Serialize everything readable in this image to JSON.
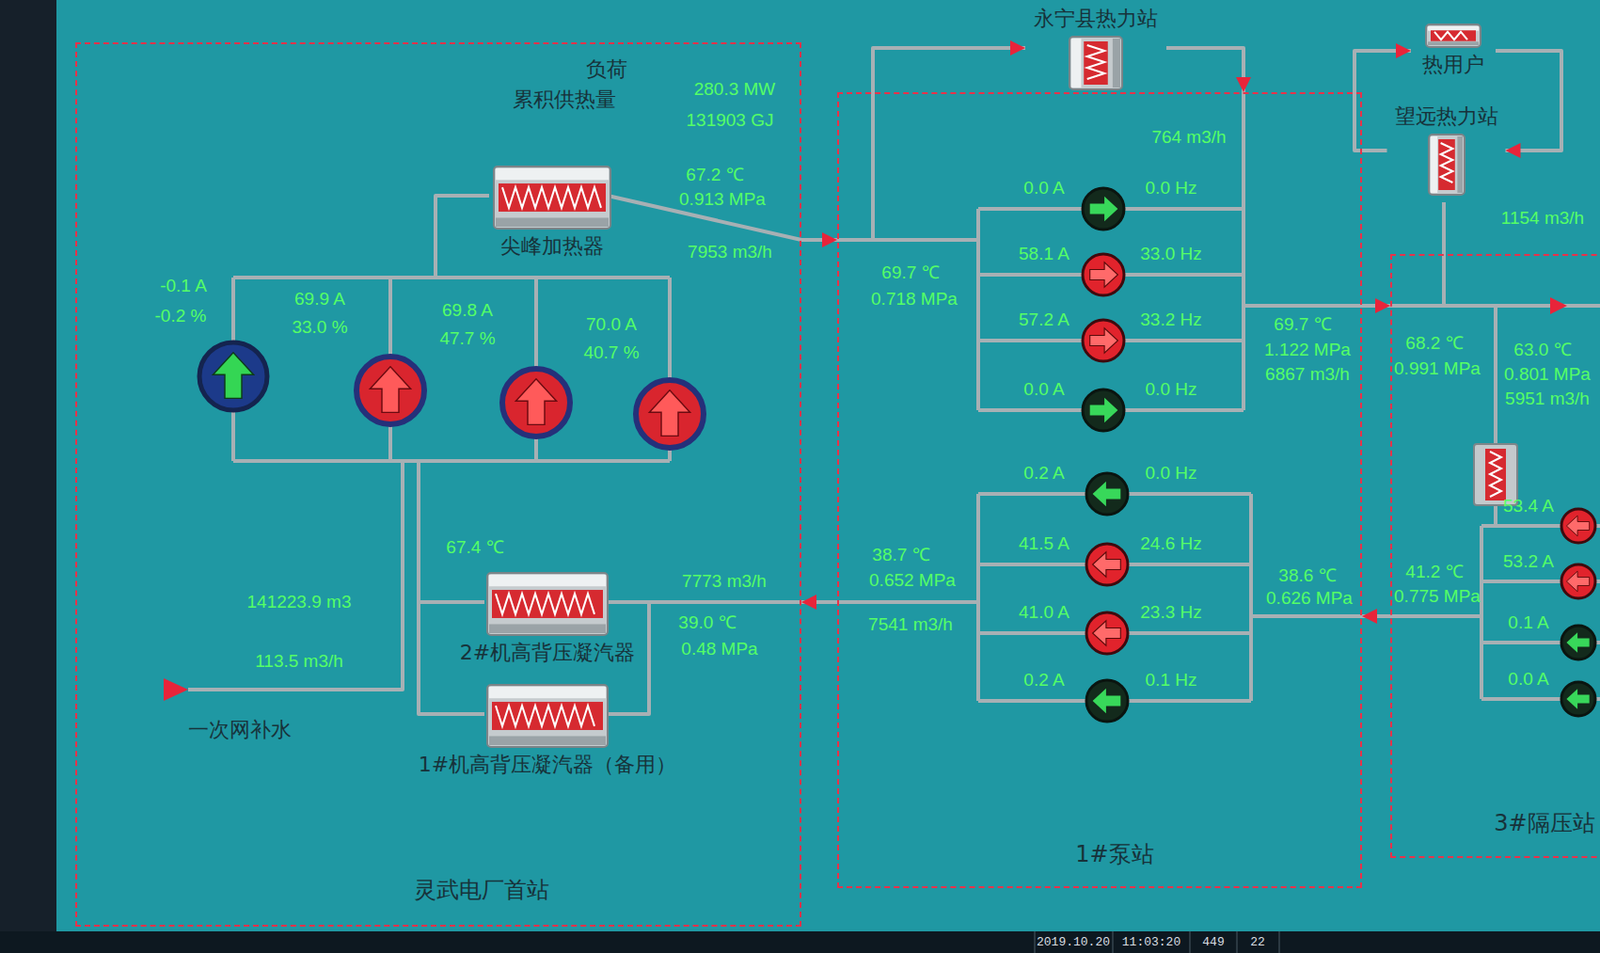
{
  "diagram": {
    "nodes": [
      {
        "text": [
          "灵武电厂首站"
        ]
      },
      {
        "text": [
          "尖峰加热器"
        ],
        "in": 0
      },
      {
        "text": [
          "2#机高背压凝汽器"
        ],
        "in": 0
      },
      {
        "text": [
          "1#机高背压凝汽器（备用）"
        ],
        "in": 0
      },
      {
        "text": [
          "永宁县热力站"
        ]
      },
      {
        "text": [
          "1#泵站"
        ]
      },
      {
        "text": [
          "热用户"
        ]
      },
      {
        "text": [
          "望远热力站"
        ]
      },
      {
        "text": [
          "3#隔压站"
        ]
      }
    ],
    "edges": [
      {
        "from": 0,
        "to": 5,
        "arrow": "to"
      },
      {
        "from": 5,
        "to": 0,
        "arrow": "to"
      },
      {
        "from": 5,
        "to": 4,
        "arrow": "to"
      },
      {
        "from": 4,
        "to": 5,
        "arrow": "to"
      },
      {
        "from": 5,
        "to": 8,
        "arrow": "to"
      },
      {
        "from": 8,
        "to": 5,
        "arrow": "to"
      },
      {
        "from": 7,
        "to": 6,
        "arrow": "to"
      },
      {
        "from": 6,
        "to": 7,
        "arrow": "to"
      }
    ],
    "labels": [
      "负荷",
      "累积供热量",
      "280.3 MW",
      "131903 GJ",
      "67.2 ℃",
      "0.913 MPa",
      "7953 m3/h",
      "-0.1 A",
      "-0.2 %",
      "69.9 A",
      "33.0 %",
      "69.8 A",
      "47.7 %",
      "70.0 A",
      "40.7 %",
      "67.4 ℃",
      "7773 m3/h",
      "39.0 ℃",
      "0.48 MPa",
      "141223.9 m3",
      "113.5 m3/h",
      "一次网补水",
      "69.7 ℃",
      "0.718 MPa",
      "0.0 A",
      "0.0 Hz",
      "58.1 A",
      "33.0 Hz",
      "57.2 A",
      "33.2 Hz",
      "0.0 A",
      "0.0 Hz",
      "764 m3/h",
      "0.2 A",
      "0.0 Hz",
      "41.5 A",
      "24.6 Hz",
      "41.0 A",
      "23.3 Hz",
      "0.2 A",
      "0.1 Hz",
      "38.7 ℃",
      "0.652 MPa",
      "7541 m3/h",
      "69.7 ℃",
      "1.122 MPa",
      "6867 m3/h",
      "38.6 ℃",
      "0.626 MPa",
      "68.2 ℃",
      "0.991 MPa",
      "41.2 ℃",
      "0.775 MPa",
      "1154 m3/h",
      "63.0 ℃",
      "0.801 MPa",
      "5951 m3/h",
      "53.4 A",
      "53.2 A",
      "0.1 A",
      "0.0 A",
      "2019.10.20",
      "11:03:20",
      "449",
      "22"
    ]
  }
}
